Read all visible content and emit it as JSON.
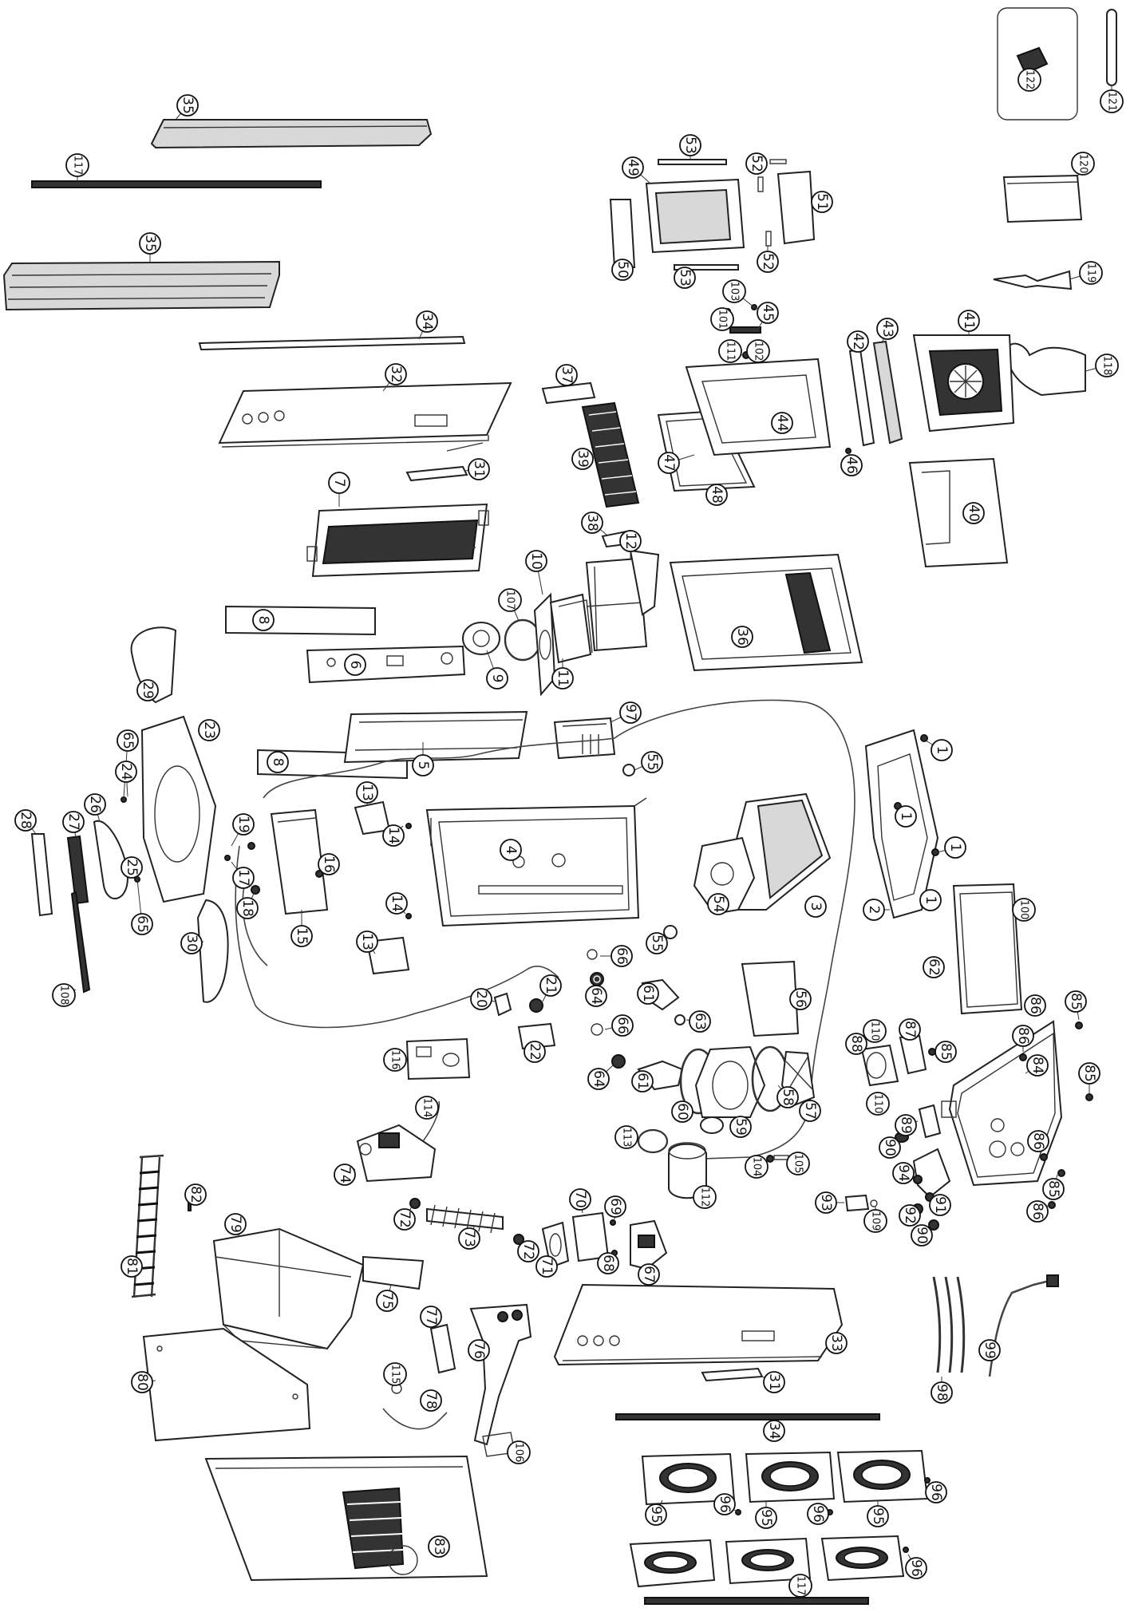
{
  "callouts": [
    {
      "label": "35"
    },
    {
      "label": "117"
    },
    {
      "label": "35"
    },
    {
      "label": "34"
    },
    {
      "label": "32"
    },
    {
      "label": "31"
    },
    {
      "label": "7"
    },
    {
      "label": "8"
    },
    {
      "label": "6"
    },
    {
      "label": "9"
    },
    {
      "label": "107"
    },
    {
      "label": "10"
    },
    {
      "label": "11"
    },
    {
      "label": "12"
    },
    {
      "label": "38"
    },
    {
      "label": "39"
    },
    {
      "label": "37"
    },
    {
      "label": "47"
    },
    {
      "label": "48"
    },
    {
      "label": "44"
    },
    {
      "label": "111"
    },
    {
      "label": "101"
    },
    {
      "label": "103"
    },
    {
      "label": "45"
    },
    {
      "label": "102"
    },
    {
      "label": "53"
    },
    {
      "label": "49"
    },
    {
      "label": "52"
    },
    {
      "label": "51"
    },
    {
      "label": "52"
    },
    {
      "label": "50"
    },
    {
      "label": "53"
    },
    {
      "label": "122"
    },
    {
      "label": "121"
    },
    {
      "label": "120"
    },
    {
      "label": "119"
    },
    {
      "label": "118"
    },
    {
      "label": "41"
    },
    {
      "label": "43"
    },
    {
      "label": "42"
    },
    {
      "label": "46"
    },
    {
      "label": "40"
    },
    {
      "label": "36"
    },
    {
      "label": "29"
    },
    {
      "label": "97"
    },
    {
      "label": "55"
    },
    {
      "label": "5"
    },
    {
      "label": "8"
    },
    {
      "label": "23"
    },
    {
      "label": "65"
    },
    {
      "label": "24"
    },
    {
      "label": "26"
    },
    {
      "label": "27"
    },
    {
      "label": "28"
    },
    {
      "label": "25"
    },
    {
      "label": "65"
    },
    {
      "label": "108"
    },
    {
      "label": "19"
    },
    {
      "label": "17"
    },
    {
      "label": "16"
    },
    {
      "label": "18"
    },
    {
      "label": "15"
    },
    {
      "label": "13"
    },
    {
      "label": "14"
    },
    {
      "label": "4"
    },
    {
      "label": "14"
    },
    {
      "label": "13"
    },
    {
      "label": "30"
    },
    {
      "label": "1"
    },
    {
      "label": "1"
    },
    {
      "label": "1"
    },
    {
      "label": "1"
    },
    {
      "label": "2"
    },
    {
      "label": "3"
    },
    {
      "label": "54"
    },
    {
      "label": "55"
    },
    {
      "label": "100"
    },
    {
      "label": "66"
    },
    {
      "label": "64"
    },
    {
      "label": "61"
    },
    {
      "label": "63"
    },
    {
      "label": "66"
    },
    {
      "label": "64"
    },
    {
      "label": "61"
    },
    {
      "label": "20"
    },
    {
      "label": "21"
    },
    {
      "label": "22"
    },
    {
      "label": "116"
    },
    {
      "label": "56"
    },
    {
      "label": "62"
    },
    {
      "label": "60"
    },
    {
      "label": "59"
    },
    {
      "label": "58"
    },
    {
      "label": "57"
    },
    {
      "label": "113"
    },
    {
      "label": "112"
    },
    {
      "label": "110"
    },
    {
      "label": "88"
    },
    {
      "label": "87"
    },
    {
      "label": "85"
    },
    {
      "label": "86"
    },
    {
      "label": "85"
    },
    {
      "label": "86"
    },
    {
      "label": "84"
    },
    {
      "label": "85"
    },
    {
      "label": "110"
    },
    {
      "label": "89"
    },
    {
      "label": "90"
    },
    {
      "label": "94"
    },
    {
      "label": "104"
    },
    {
      "label": "105"
    },
    {
      "label": "93"
    },
    {
      "label": "109"
    },
    {
      "label": "92"
    },
    {
      "label": "91"
    },
    {
      "label": "90"
    },
    {
      "label": "86"
    },
    {
      "label": "85"
    },
    {
      "label": "86"
    },
    {
      "label": "114"
    },
    {
      "label": "74"
    },
    {
      "label": "82"
    },
    {
      "label": "81"
    },
    {
      "label": "79"
    },
    {
      "label": "72"
    },
    {
      "label": "73"
    },
    {
      "label": "72"
    },
    {
      "label": "71"
    },
    {
      "label": "70"
    },
    {
      "label": "69"
    },
    {
      "label": "68"
    },
    {
      "label": "67"
    },
    {
      "label": "75"
    },
    {
      "label": "77"
    },
    {
      "label": "76"
    },
    {
      "label": "115"
    },
    {
      "label": "78"
    },
    {
      "label": "106"
    },
    {
      "label": "80"
    },
    {
      "label": "33"
    },
    {
      "label": "31"
    },
    {
      "label": "98"
    },
    {
      "label": "99"
    },
    {
      "label": "34"
    },
    {
      "label": "95"
    },
    {
      "label": "96"
    },
    {
      "label": "95"
    },
    {
      "label": "96"
    },
    {
      "label": "95"
    },
    {
      "label": "96"
    },
    {
      "label": "83"
    },
    {
      "label": "96"
    },
    {
      "label": "117"
    }
  ]
}
